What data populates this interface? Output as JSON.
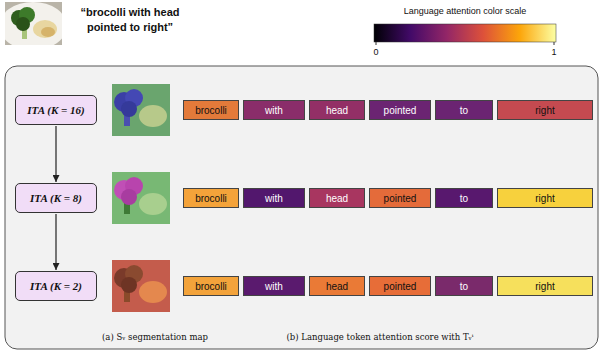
{
  "diagram": {
    "nodes": [
      {
        "text": [
          "ITA (K = 16)"
        ]
      },
      {
        "text": [
          "brocolli"
        ]
      },
      {
        "text": [
          "with"
        ]
      },
      {
        "text": [
          "head"
        ]
      },
      {
        "text": [
          "pointed"
        ]
      },
      {
        "text": [
          "to"
        ]
      },
      {
        "text": [
          "right"
        ]
      },
      {
        "text": [
          "ITA (K = 8)"
        ]
      },
      {
        "text": [
          "brocolli"
        ]
      },
      {
        "text": [
          "with"
        ]
      },
      {
        "text": [
          "head"
        ]
      },
      {
        "text": [
          "pointed"
        ]
      },
      {
        "text": [
          "to"
        ]
      },
      {
        "text": [
          "right"
        ]
      },
      {
        "text": [
          "ITA (K = 2)"
        ]
      },
      {
        "text": [
          "brocolli"
        ]
      },
      {
        "text": [
          "with"
        ]
      },
      {
        "text": [
          "head"
        ]
      },
      {
        "text": [
          "pointed"
        ]
      },
      {
        "text": [
          "to"
        ]
      },
      {
        "text": [
          "right"
        ]
      }
    ],
    "edges": [
      {
        "from": 0,
        "to": 7,
        "arrow": "to"
      },
      {
        "from": 7,
        "to": 14,
        "arrow": "to"
      }
    ],
    "labels": [
      "“brocolli with head pointed to right”",
      "Language attention color scale",
      "0",
      "1",
      "(a) Sᵥ segmentation map",
      "(b) Language token attention score with Tᵥⁱ"
    ]
  }
}
